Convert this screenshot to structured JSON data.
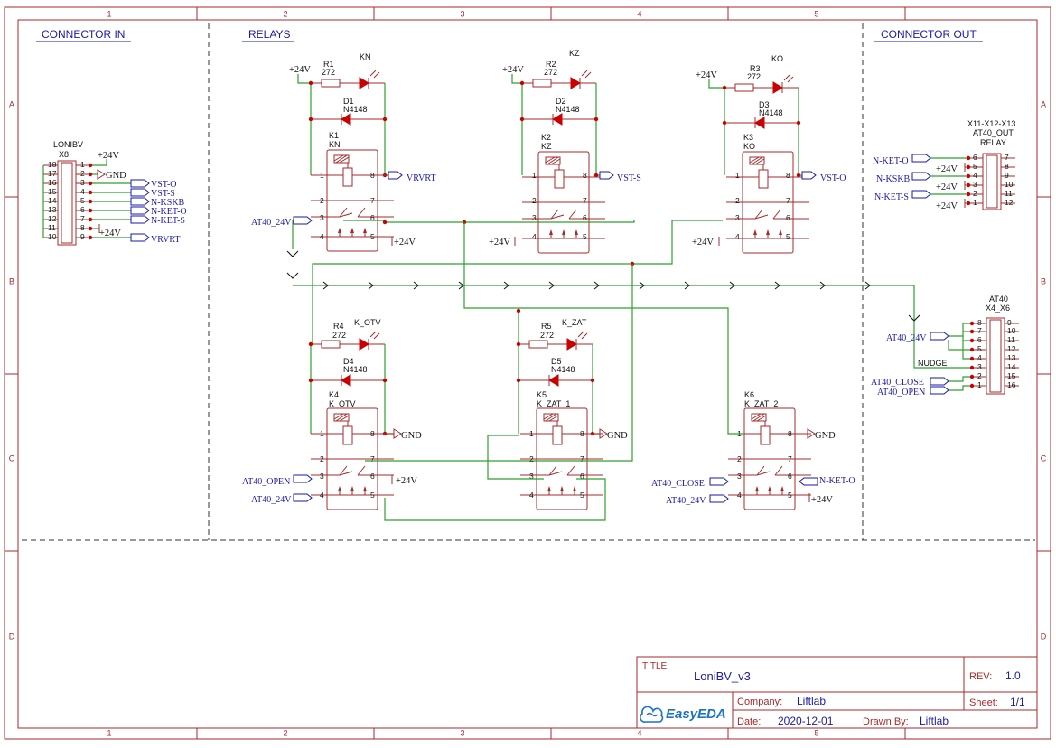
{
  "border": {
    "columns": [
      "1",
      "2",
      "3",
      "4",
      "5"
    ],
    "rows": [
      "A",
      "B",
      "C",
      "D"
    ]
  },
  "sections": {
    "connector_in": "CONNECTOR IN",
    "relays": "RELAYS",
    "connector_out": "CONNECTOR OUT"
  },
  "power": {
    "v24": "+24V",
    "gnd": "GND"
  },
  "x8": {
    "name": "LONIBV",
    "ref": "X8",
    "pins_left": [
      "18",
      "17",
      "16",
      "15",
      "14",
      "13",
      "12",
      "11",
      "10"
    ],
    "pins_right": [
      "1",
      "2",
      "3",
      "4",
      "5",
      "6",
      "7",
      "8",
      "9"
    ],
    "nets": [
      "VST-O",
      "VST-S",
      "N-KSKB",
      "N-KET-O",
      "N-KET-S",
      "VRVRT"
    ]
  },
  "relay_pins": [
    "1",
    "2",
    "3",
    "4",
    "5",
    "6",
    "7",
    "8"
  ],
  "relays": [
    {
      "res": "R1",
      "res_val": "272",
      "led": "KN",
      "diode": "D1",
      "diode_val": "N4148",
      "ref": "K1",
      "name": "KN",
      "net_pin8": "VRVRT",
      "net_pin3": "AT40_24V",
      "net_pin4": "",
      "net_pin6": "",
      "net_pin5": "+24V"
    },
    {
      "res": "R2",
      "res_val": "272",
      "led": "KZ",
      "diode": "D2",
      "diode_val": "N4148",
      "ref": "K2",
      "name": "KZ",
      "net_pin8": "VST-S",
      "net_pin3": "",
      "net_pin4": "+24V",
      "net_pin6": "",
      "net_pin5": ""
    },
    {
      "res": "R3",
      "res_val": "272",
      "led": "KO",
      "diode": "D3",
      "diode_val": "N4148",
      "ref": "K3",
      "name": "KO",
      "net_pin8": "VST-O",
      "net_pin3": "",
      "net_pin4": "+24V",
      "net_pin6": "",
      "net_pin5": ""
    },
    {
      "res": "R4",
      "res_val": "272",
      "led": "K_OTV",
      "diode": "D4",
      "diode_val": "N4148",
      "ref": "K4",
      "name": "K_OTV",
      "net_pin8": "GND",
      "net_pin3": "AT40_OPEN",
      "net_pin4": "AT40_24V",
      "net_pin6": "+24V",
      "net_pin5": ""
    },
    {
      "res": "R5",
      "res_val": "272",
      "led": "K_ZAT",
      "diode": "D5",
      "diode_val": "N4148",
      "ref": "K5",
      "name": "K_ZAT_1",
      "net_pin8": "GND",
      "net_pin3": "",
      "net_pin4": "",
      "net_pin6": "",
      "net_pin5": ""
    },
    {
      "res": "",
      "res_val": "",
      "led": "",
      "diode": "",
      "diode_val": "",
      "ref": "K6",
      "name": "K_ZAT_2",
      "net_pin8": "GND",
      "net_pin3": "AT40_CLOSE",
      "net_pin4": "AT40_24V",
      "net_pin6": "N-KET-O",
      "net_pin5": "+24V"
    }
  ],
  "relay_out": {
    "title": "X11-X12-X13",
    "sub": "AT40_OUT",
    "name": "RELAY",
    "pins_left": [
      "6",
      "5",
      "4",
      "3",
      "2",
      "1"
    ],
    "pins_right": [
      "7",
      "8",
      "9",
      "10",
      "11",
      "12"
    ],
    "nets": [
      "N-KET-O",
      "N-KSKB",
      "N-KET-S"
    ]
  },
  "at40": {
    "title": "AT40",
    "ref": "X4_X6",
    "pins_left": [
      "8",
      "7",
      "6",
      "5",
      "4",
      "3",
      "2",
      "1"
    ],
    "pins_right": [
      "9",
      "10",
      "11",
      "12",
      "13",
      "14",
      "15",
      "16"
    ],
    "nets": [
      "AT40_24V",
      "AT40_CLOSE",
      "AT40_OPEN"
    ],
    "nudge": "NUDGE"
  },
  "title_block": {
    "title_label": "TITLE:",
    "title": "LoniBV_v3",
    "rev_label": "REV:",
    "rev": "1.0",
    "company_label": "Company:",
    "company": "Liftlab",
    "sheet_label": "Sheet:",
    "sheet": "1/1",
    "date_label": "Date:",
    "date": "2020-12-01",
    "drawn_label": "Drawn By:",
    "drawn": "Liftlab",
    "logo": "EasyEDA"
  }
}
